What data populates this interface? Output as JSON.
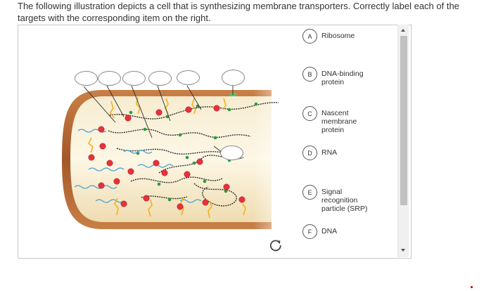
{
  "question": "The following illustration depicts a cell that is synthesizing membrane transporters. Correctly label each of the targets with the corresponding item on the right.",
  "options": [
    {
      "letter": "A",
      "label": "Ribosome"
    },
    {
      "letter": "B",
      "label": "DNA-binding protein"
    },
    {
      "letter": "C",
      "label": "Nascent membrane protein"
    },
    {
      "letter": "D",
      "label": "RNA"
    },
    {
      "letter": "E",
      "label": "Signal recognition particle (SRP)"
    },
    {
      "letter": "F",
      "label": "DNA"
    }
  ],
  "icons": {
    "reset": "reset-icon",
    "scroll_up": "chevron-up-icon",
    "scroll_down": "chevron-down-icon"
  },
  "colors": {
    "cell_membrane": "#b86a32",
    "cytoplasm": "#f3e6c4",
    "ribosome": "#e8313b",
    "mrna": "#4aa3d6",
    "protein": "#f2b21a",
    "dna": "#2f2f2f",
    "dna_binding": "#2a9d3c"
  }
}
